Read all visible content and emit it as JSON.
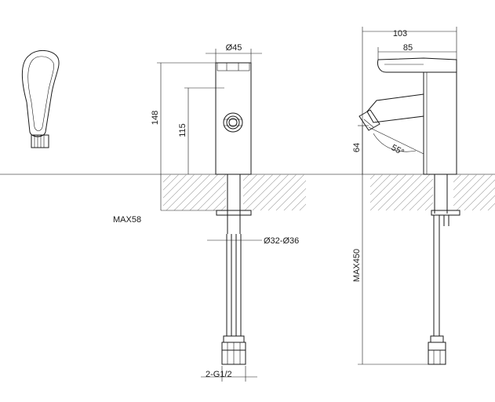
{
  "dimensions": {
    "total_height": "148",
    "spout_height": "115",
    "base_diameter": "Ø45",
    "max_deck_thickness": "MAX58",
    "hole_diameter": "Ø32-Ø36",
    "connection_thread": "2-G1/2",
    "total_depth": "103",
    "spout_reach": "85",
    "nozzle_height": "64",
    "nozzle_angle": "55°",
    "max_hose_length": "MAX450"
  }
}
